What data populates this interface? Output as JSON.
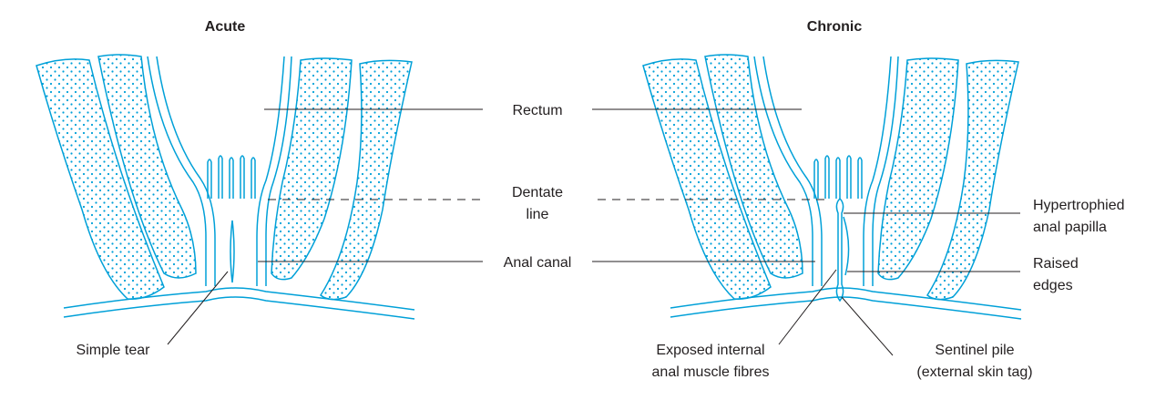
{
  "panels": {
    "acute_title": "Acute",
    "chronic_title": "Chronic"
  },
  "labels": {
    "rectum": "Rectum",
    "dentate_line_1": "Dentate",
    "dentate_line_2": "line",
    "anal_canal": "Anal canal",
    "simple_tear": "Simple tear",
    "exposed_1": "Exposed internal",
    "exposed_2": "anal muscle fibres",
    "sentinel_1": "Sentinel pile",
    "sentinel_2": "(external skin tag)",
    "hypertrophied_1": "Hypertrophied",
    "hypertrophied_2": "anal papilla",
    "raised_1": "Raised",
    "raised_2": "edges"
  },
  "colors": {
    "tissue": "#00a0d8",
    "text": "#231f20"
  }
}
